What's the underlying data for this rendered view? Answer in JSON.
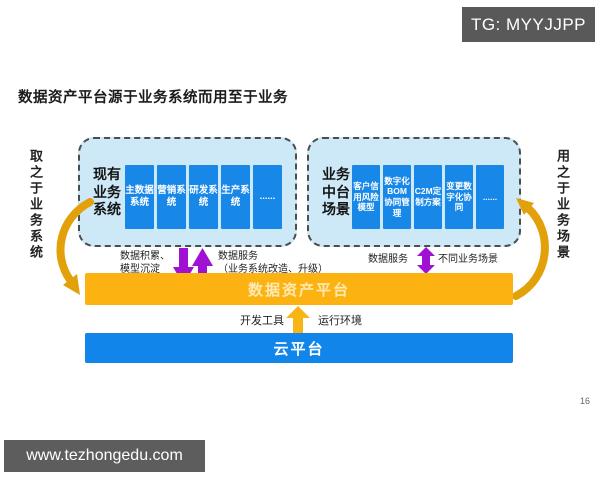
{
  "badge": {
    "label": "TG: MYYJJPP"
  },
  "title": "数据资产平台源于业务系统而用至于业务",
  "sides": {
    "left_label": "取之于业务系统",
    "right_label": "用之于业务场景"
  },
  "existing_systems": {
    "label": "现有业务系统",
    "items": [
      "主数据系统",
      "营销系统",
      "研发系统",
      "生产系统",
      "......"
    ]
  },
  "midplatform_scenarios": {
    "label": "业务中台场景",
    "items": [
      "客户信用风险模型",
      "数字化BOM协同管理",
      "C2M定制方案",
      "变更数字化协同",
      "......"
    ]
  },
  "annotations": {
    "data_accumulation": "数据积累、\n模型沉淀",
    "data_service_left": "数据服务\n（业务系统改造、升级）",
    "data_service_right": "数据服务",
    "different_scenarios": "不同业务场景",
    "dev_tools": "开发工具",
    "runtime_env": "运行环境"
  },
  "platform_bar": {
    "label": "数据资产平台"
  },
  "cloud_bar": {
    "label": "云平台"
  },
  "page_number": "16",
  "watermark": "www.tezhongedu.com",
  "colors": {
    "panel_fill": "#cde9f7",
    "system_box_blue": "#1787e8",
    "cloud_bar_blue": "#1285ea",
    "platform_bar_orange": "#fcb312",
    "arrow_purple": "#a011d4",
    "arrow_gold": "#e2a00a",
    "badge_gray": "#595959"
  }
}
